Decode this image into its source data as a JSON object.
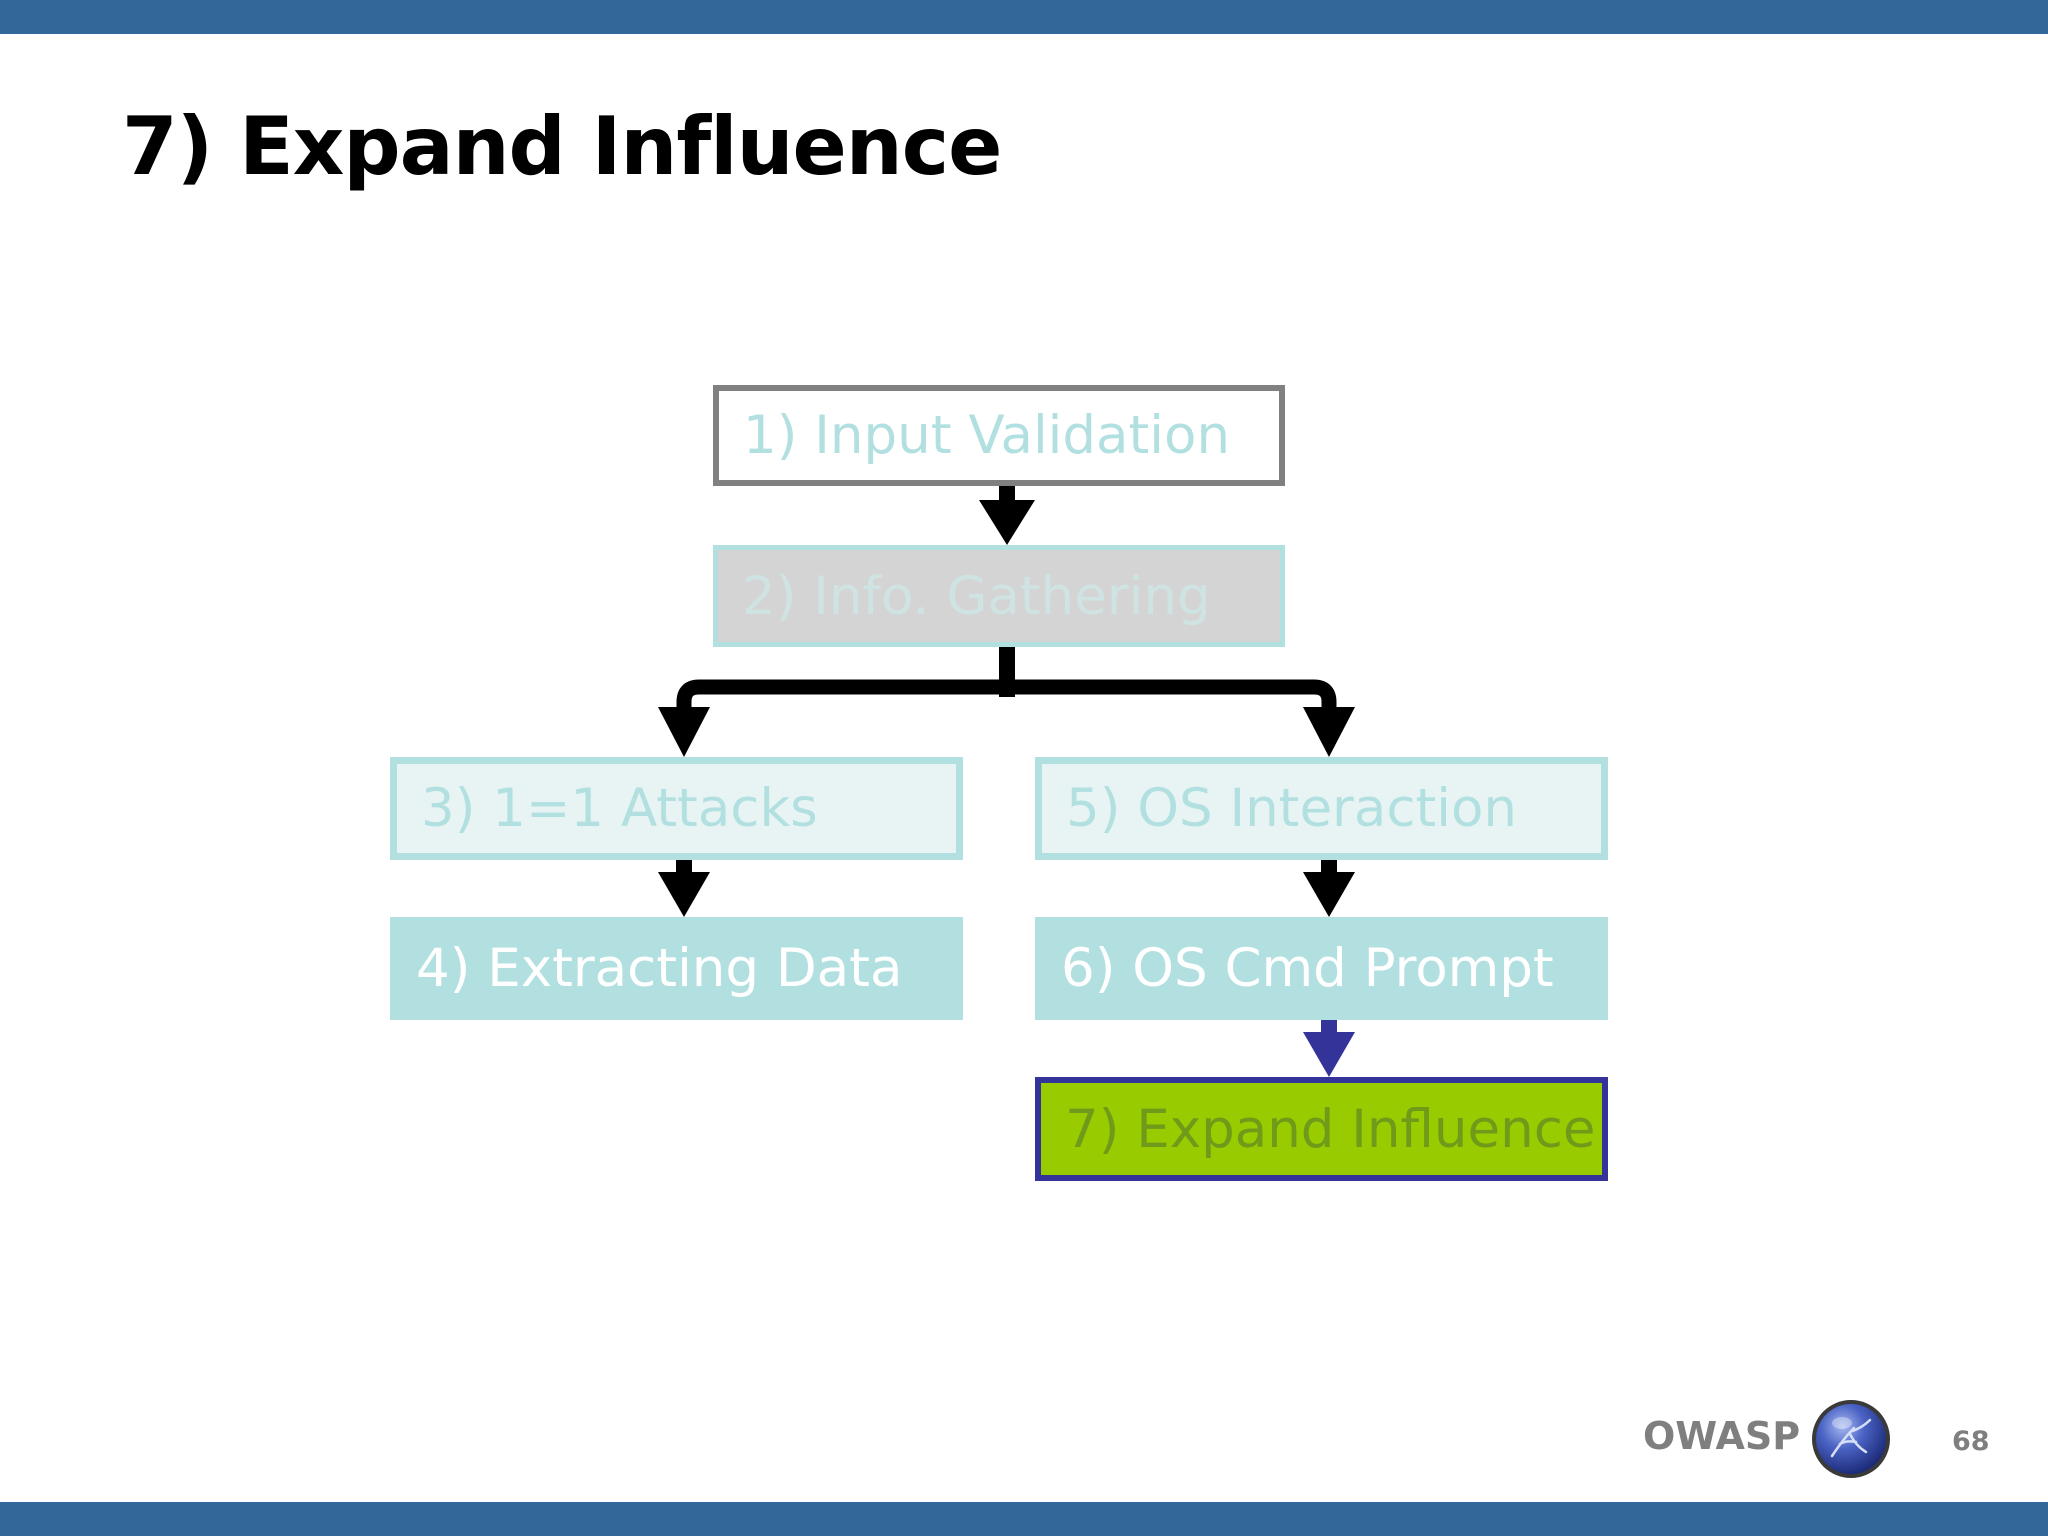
{
  "slide": {
    "title": "7) Expand Influence",
    "page_number": "68"
  },
  "footer": {
    "brand": "OWASP",
    "logo_icon": "owasp-wasp-globe-icon"
  },
  "diagram": {
    "nodes": [
      {
        "id": "1",
        "label": "1) Input Validation"
      },
      {
        "id": "2",
        "label": "2) Info. Gathering"
      },
      {
        "id": "3",
        "label": "3) 1=1 Attacks"
      },
      {
        "id": "4",
        "label": "4) Extracting Data"
      },
      {
        "id": "5",
        "label": "5) OS Interaction"
      },
      {
        "id": "6",
        "label": "6) OS Cmd Prompt"
      },
      {
        "id": "7",
        "label": "7) Expand Influence"
      }
    ],
    "edges": [
      {
        "from": "1",
        "to": "2"
      },
      {
        "from": "2",
        "to": "3"
      },
      {
        "from": "2",
        "to": "5"
      },
      {
        "from": "3",
        "to": "4"
      },
      {
        "from": "5",
        "to": "6"
      },
      {
        "from": "6",
        "to": "7",
        "highlight": true
      }
    ],
    "active_node": "7",
    "colors": {
      "accent_bar": "#336699",
      "active_fill": "#99cc00",
      "active_border": "#333399",
      "node_teal": "#b2e0e0",
      "arrow": "#000000",
      "active_arrow": "#333399"
    }
  }
}
